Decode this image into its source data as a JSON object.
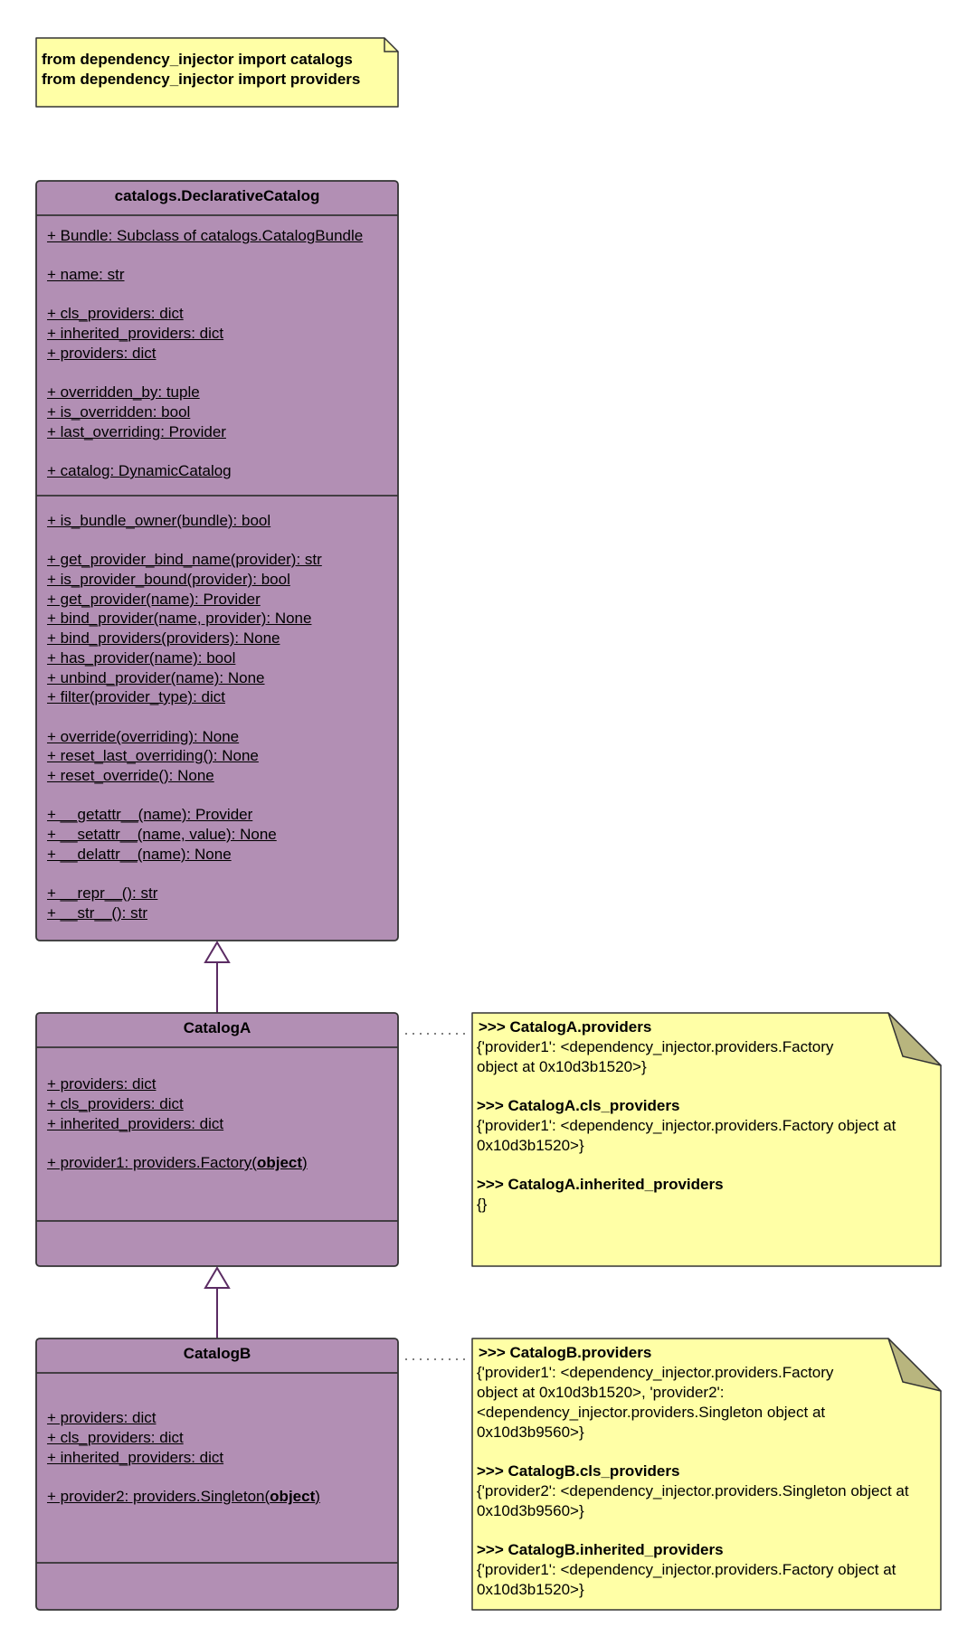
{
  "import_note": {
    "lines": [
      "from dependency_injector import catalogs",
      "from dependency_injector import providers"
    ]
  },
  "declarative_catalog": {
    "title": "catalogs.DeclarativeCatalog",
    "attributes": [
      "+ Bundle: Subclass of catalogs.CatalogBundle",
      "+ name: str",
      "+ cls_providers: dict",
      "+ inherited_providers: dict",
      "+ providers: dict",
      "+ overridden_by: tuple",
      "+ is_overridden: bool",
      "+ last_overriding: Provider",
      "+ catalog: DynamicCatalog"
    ],
    "methods": [
      "+ is_bundle_owner(bundle): bool",
      "+ get_provider_bind_name(provider): str",
      "+ is_provider_bound(provider): bool",
      "+ get_provider(name): Provider",
      "+ bind_provider(name, provider): None",
      "+ bind_providers(providers): None",
      "+ has_provider(name): bool",
      "+ unbind_provider(name): None",
      "+ filter(provider_type): dict",
      "+ override(overriding): None",
      "+ reset_last_overriding(): None",
      "+ reset_override(): None",
      "+ __getattr__(name): Provider",
      "+ __setattr__(name, value): None",
      "+ __delattr__(name): None",
      "+ __repr__(): str",
      "+ __str__(): str"
    ]
  },
  "catalog_a": {
    "title": "CatalogA",
    "attributes": [
      "+ providers: dict",
      "+ cls_providers: dict",
      "+ inherited_providers: dict"
    ],
    "provider_prefix": "+ provider1: providers.Factory(",
    "provider_bold": "object",
    "provider_suffix": ")"
  },
  "catalog_b": {
    "title": "CatalogB",
    "attributes": [
      "+ providers: dict",
      "+ cls_providers: dict",
      "+ inherited_providers: dict"
    ],
    "provider_prefix": "+ provider2: providers.Singleton(",
    "provider_bold": "object",
    "provider_suffix": ")"
  },
  "note_a": {
    "h1": ">>> CatalogA.providers",
    "t1": [
      "{'provider1': <dependency_injector.providers.Factory",
      "object at 0x10d3b1520>}"
    ],
    "h2": ">>> CatalogA.cls_providers",
    "t2": [
      "{'provider1': <dependency_injector.providers.Factory object at",
      "0x10d3b1520>}"
    ],
    "h3": ">>> CatalogA.inherited_providers",
    "t3": [
      "{}"
    ]
  },
  "note_b": {
    "h1": ">>> CatalogB.providers",
    "t1": [
      "{'provider1': <dependency_injector.providers.Factory",
      "object at 0x10d3b1520>, 'provider2':",
      "<dependency_injector.providers.Singleton object at",
      "0x10d3b9560>}"
    ],
    "h2": ">>> CatalogB.cls_providers",
    "t2": [
      "{'provider2': <dependency_injector.providers.Singleton object at",
      "0x10d3b9560>}"
    ],
    "h3": ">>> CatalogB.inherited_providers",
    "t3": [
      "{'provider1': <dependency_injector.providers.Factory object at",
      "0x10d3b1520>}"
    ]
  },
  "colors": {
    "class_fill": "#b28fb4",
    "note_fill": "#ffffa6",
    "fold_fill": "#b8b57e",
    "stroke": "#333333",
    "arrow": "#5b2c63"
  }
}
